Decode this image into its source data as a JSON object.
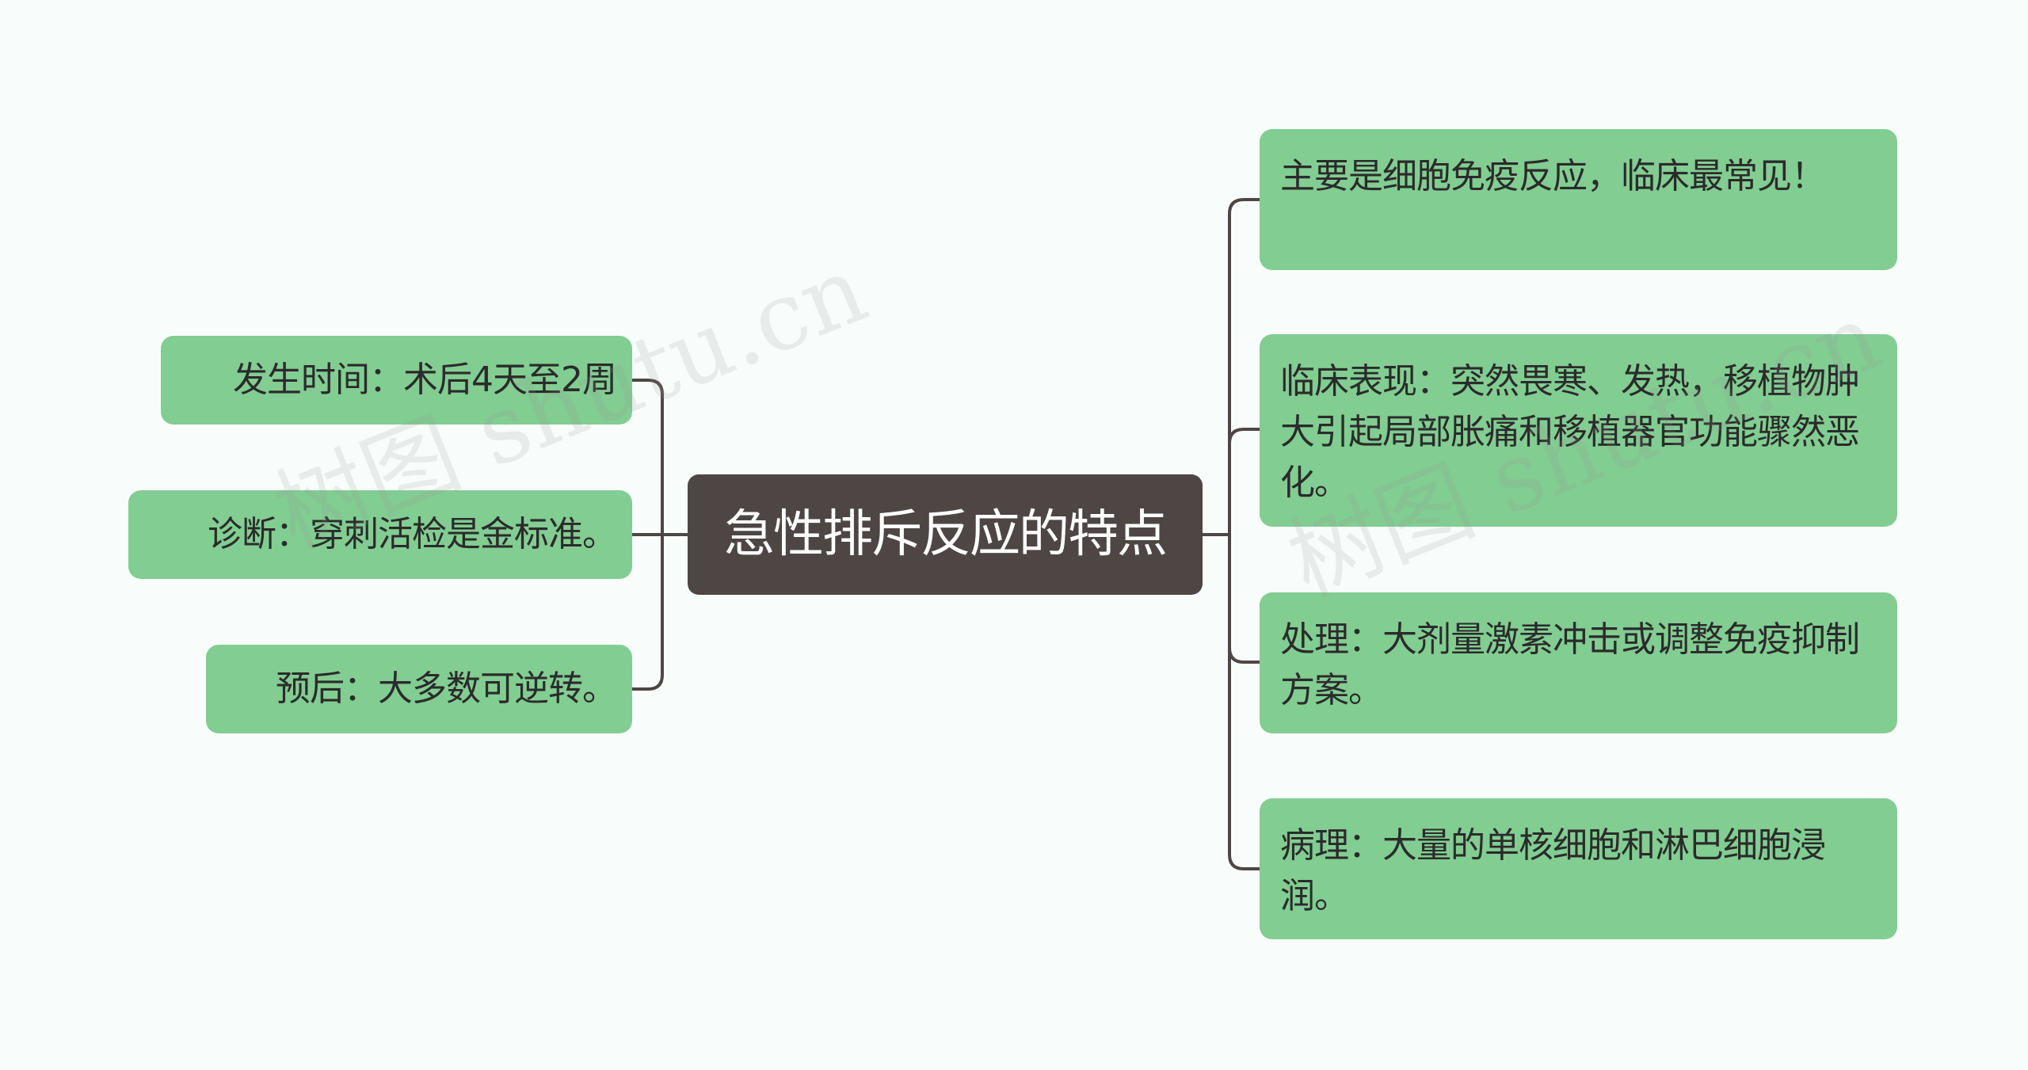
{
  "mindmap": {
    "root": {
      "label": "急性排斥反应的特点"
    },
    "left_children": [
      {
        "label": "发生时间：术后4天至2周"
      },
      {
        "label": "诊断：穿刺活检是金标准。"
      },
      {
        "label": "预后：大多数可逆转。"
      }
    ],
    "right_children": [
      {
        "label": "主要是细胞免疫反应，临床最常见！"
      },
      {
        "label": "临床表现：突然畏寒、发热，移植物肿大引起局部胀痛和移植器官功能骤然恶化。"
      },
      {
        "label": "处理：大剂量激素冲击或调整免疫抑制方案。"
      },
      {
        "label": "病理：大量的单核细胞和淋巴细胞浸润。"
      }
    ]
  },
  "watermark": {
    "text": "树图 shutu.cn"
  },
  "colors": {
    "background": "#f8fdfc",
    "node_fill": "#82cd92",
    "root_fill": "#4d4645",
    "connector": "#4d4645",
    "node_text": "#2b2b2b",
    "root_text": "#ffffff"
  }
}
